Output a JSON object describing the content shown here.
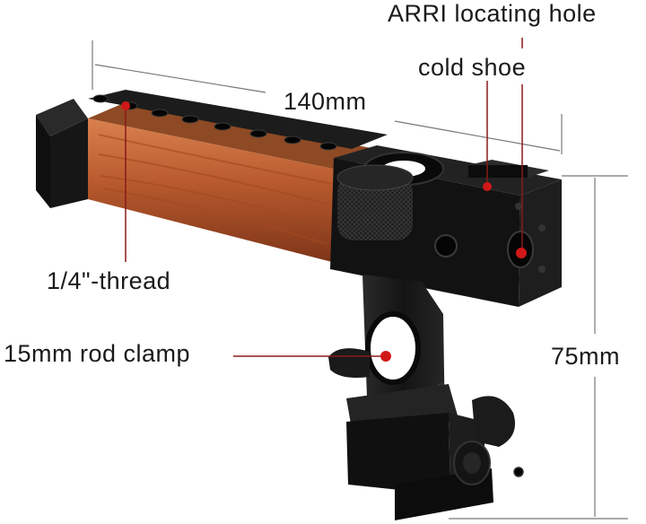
{
  "labels": {
    "arri": "ARRI locating hole",
    "cold_shoe": "cold shoe",
    "length": "140mm",
    "thread": "1/4\"-thread",
    "rod_clamp": "15mm rod clamp",
    "height": "75mm"
  },
  "colors": {
    "wood": "#b85a2e",
    "metal": "#151515",
    "callout_line": "#8a1a1a",
    "callout_dot": "#d01818",
    "dimension_line": "#777777"
  }
}
